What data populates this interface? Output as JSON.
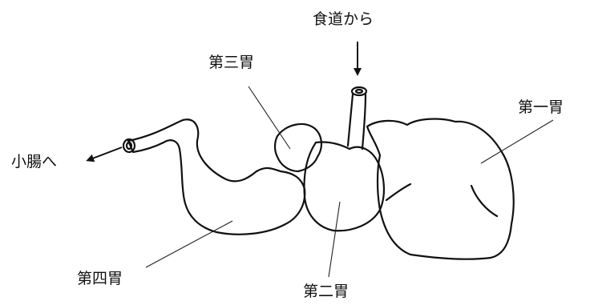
{
  "labels": {
    "esophagus_from": "食道から",
    "first_stomach": "第一胃",
    "second_stomach": "第二胃",
    "third_stomach": "第三胃",
    "fourth_stomach": "第四胃",
    "to_small_intestine": "小腸へ"
  }
}
